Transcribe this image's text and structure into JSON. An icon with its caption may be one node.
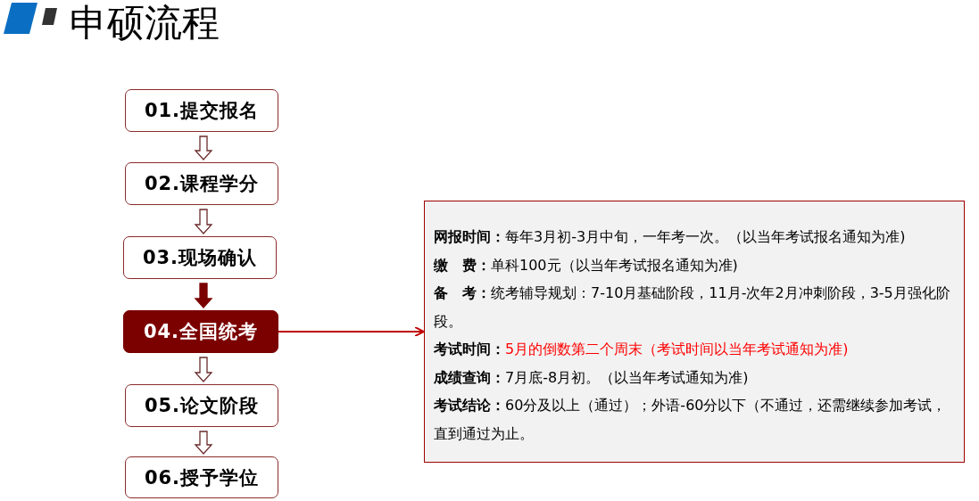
{
  "diagram": {
    "title": "申硕流程",
    "nodes": [
      {
        "text": [
          "01.提交报名"
        ]
      },
      {
        "text": [
          "02.课程学分"
        ]
      },
      {
        "text": [
          "03.现场确认"
        ]
      },
      {
        "text": [
          "04.全国统考"
        ]
      },
      {
        "text": [
          "05.论文阶段"
        ]
      },
      {
        "text": [
          "06.授予学位"
        ]
      },
      {
        "text": [
          "**网报时间：**每年3月初-3月中旬，一年考一次。（以当年考试报名通知为准)",
          "**缴　费：**单科100元（以当年考试报名通知为准)",
          "**备　考：**统考辅导规划：7-10月基础阶段，11月-次年2月冲刺阶段，3-5月强化阶段。",
          "**考试时间：**5月的倒数第二个周末（考试时间以当年考试通知为准)",
          "**成绩查询：**7月底-8月初。（以当年考试通知为准)",
          "**考试结论：**60分及以上（通过）；外语-60分以下（不通过，还需继续参加考试，直到通过为止。"
        ]
      }
    ],
    "edges": [
      {
        "from": 0,
        "to": 1,
        "arrow": "to"
      },
      {
        "from": 1,
        "to": 2,
        "arrow": "to"
      },
      {
        "from": 2,
        "to": 3,
        "arrow": "to",
        "color": "#7b0000"
      },
      {
        "from": 3,
        "to": 4,
        "arrow": "to"
      },
      {
        "from": 4,
        "to": 5,
        "arrow": "to"
      },
      {
        "from": 3,
        "to": 6,
        "arrow": "to",
        "color": "#c00000"
      }
    ]
  }
}
